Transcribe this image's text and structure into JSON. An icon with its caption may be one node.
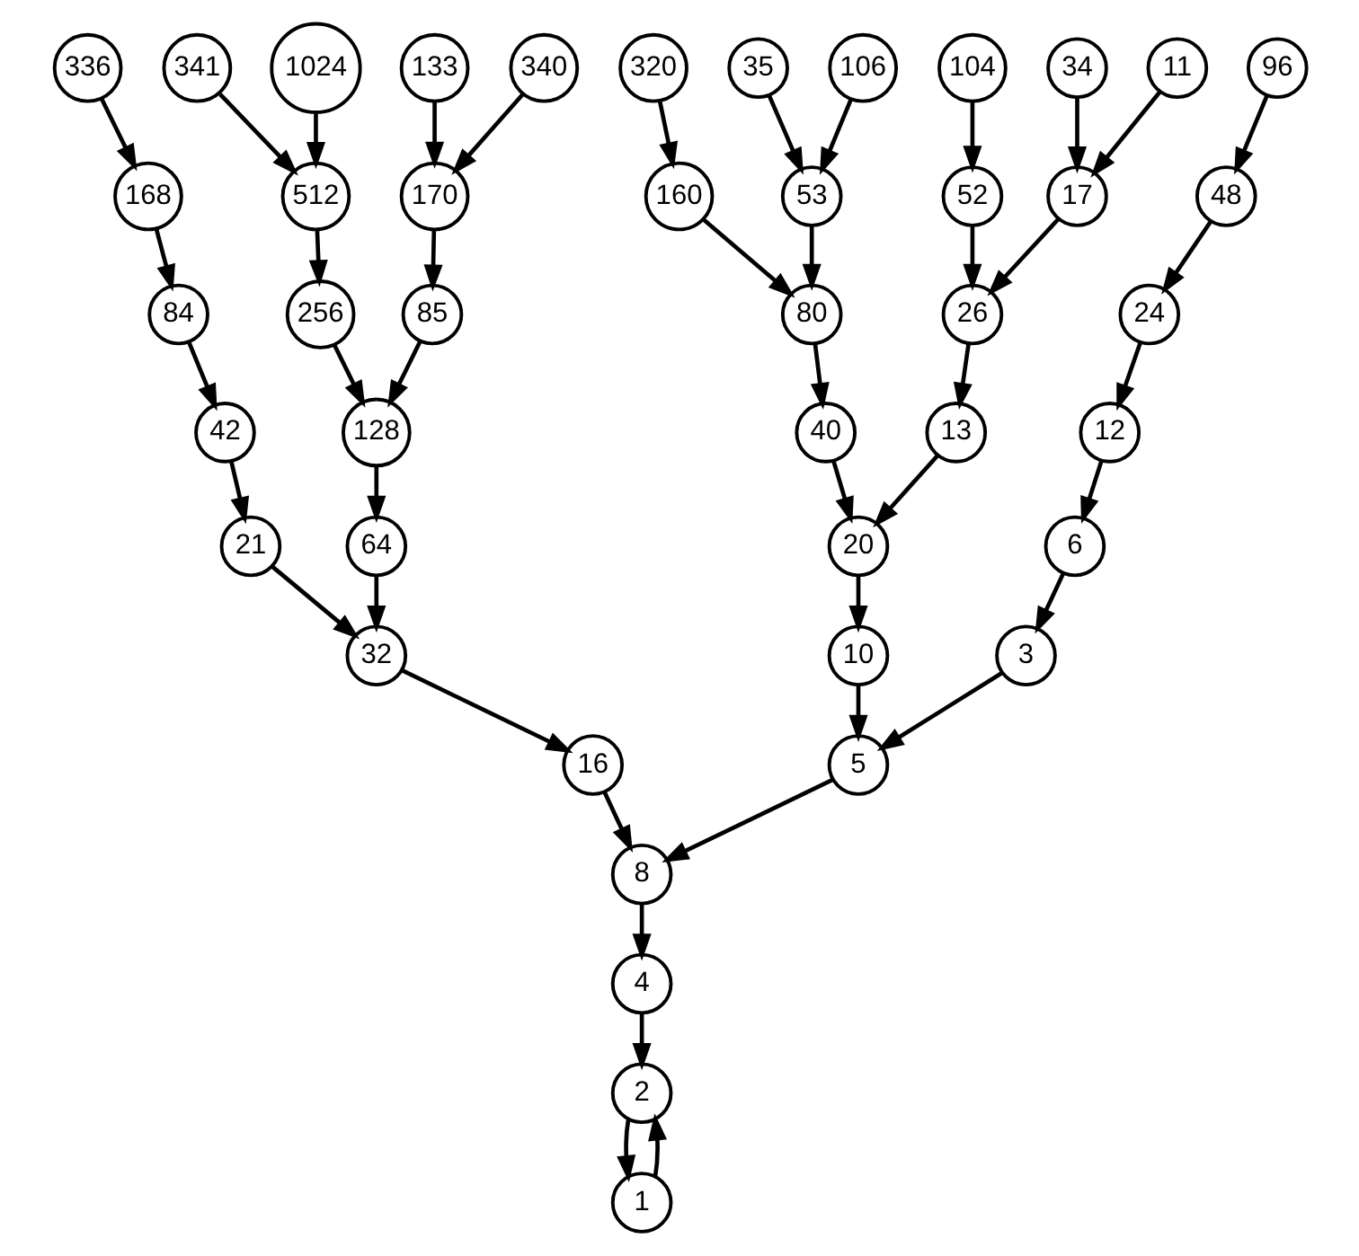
{
  "diagram": {
    "nodes": [
      {
        "text": [
          "336"
        ]
      },
      {
        "text": [
          "340"
        ]
      },
      {
        "text": [
          "133"
        ]
      },
      {
        "text": [
          "1024"
        ]
      },
      {
        "text": [
          "341"
        ]
      },
      {
        "text": [
          "96"
        ]
      },
      {
        "text": [
          "106"
        ]
      },
      {
        "text": [
          "35"
        ]
      },
      {
        "text": [
          "320"
        ]
      },
      {
        "text": [
          "11"
        ]
      },
      {
        "text": [
          "34"
        ]
      },
      {
        "text": [
          "104"
        ]
      },
      {
        "text": [
          "168"
        ]
      },
      {
        "text": [
          "170"
        ]
      },
      {
        "text": [
          "512"
        ]
      },
      {
        "text": [
          "48"
        ]
      },
      {
        "text": [
          "53"
        ]
      },
      {
        "text": [
          "160"
        ]
      },
      {
        "text": [
          "17"
        ]
      },
      {
        "text": [
          "52"
        ]
      },
      {
        "text": [
          "84"
        ]
      },
      {
        "text": [
          "85"
        ]
      },
      {
        "text": [
          "256"
        ]
      },
      {
        "text": [
          "24"
        ]
      },
      {
        "text": [
          "80"
        ]
      },
      {
        "text": [
          "26"
        ]
      },
      {
        "text": [
          "42"
        ]
      },
      {
        "text": [
          "128"
        ]
      },
      {
        "text": [
          "12"
        ]
      },
      {
        "text": [
          "40"
        ]
      },
      {
        "text": [
          "13"
        ]
      },
      {
        "text": [
          "21"
        ]
      },
      {
        "text": [
          "64"
        ]
      },
      {
        "text": [
          "6"
        ]
      },
      {
        "text": [
          "20"
        ]
      },
      {
        "text": [
          "32"
        ]
      },
      {
        "text": [
          "3"
        ]
      },
      {
        "text": [
          "10"
        ]
      },
      {
        "text": [
          "16"
        ]
      },
      {
        "text": [
          "5"
        ]
      },
      {
        "text": [
          "8"
        ]
      },
      {
        "text": [
          "4"
        ]
      },
      {
        "text": [
          "2"
        ]
      },
      {
        "text": [
          "1"
        ]
      }
    ],
    "edges": [
      {
        "from": 0,
        "to": 12,
        "arrow": "to"
      },
      {
        "from": 12,
        "to": 20,
        "arrow": "to"
      },
      {
        "from": 20,
        "to": 26,
        "arrow": "to"
      },
      {
        "from": 26,
        "to": 31,
        "arrow": "to"
      },
      {
        "from": 31,
        "to": 35,
        "arrow": "to"
      },
      {
        "from": 1,
        "to": 13,
        "arrow": "to"
      },
      {
        "from": 2,
        "to": 13,
        "arrow": "to"
      },
      {
        "from": 13,
        "to": 21,
        "arrow": "to"
      },
      {
        "from": 21,
        "to": 27,
        "arrow": "to"
      },
      {
        "from": 3,
        "to": 14,
        "arrow": "to"
      },
      {
        "from": 4,
        "to": 14,
        "arrow": "to"
      },
      {
        "from": 14,
        "to": 22,
        "arrow": "to"
      },
      {
        "from": 22,
        "to": 27,
        "arrow": "to"
      },
      {
        "from": 27,
        "to": 32,
        "arrow": "to"
      },
      {
        "from": 32,
        "to": 35,
        "arrow": "to"
      },
      {
        "from": 35,
        "to": 38,
        "arrow": "to"
      },
      {
        "from": 38,
        "to": 40,
        "arrow": "to"
      },
      {
        "from": 5,
        "to": 15,
        "arrow": "to"
      },
      {
        "from": 15,
        "to": 23,
        "arrow": "to"
      },
      {
        "from": 23,
        "to": 28,
        "arrow": "to"
      },
      {
        "from": 28,
        "to": 33,
        "arrow": "to"
      },
      {
        "from": 33,
        "to": 36,
        "arrow": "to"
      },
      {
        "from": 36,
        "to": 39,
        "arrow": "to"
      },
      {
        "from": 6,
        "to": 16,
        "arrow": "to"
      },
      {
        "from": 7,
        "to": 16,
        "arrow": "to"
      },
      {
        "from": 16,
        "to": 24,
        "arrow": "to"
      },
      {
        "from": 8,
        "to": 17,
        "arrow": "to"
      },
      {
        "from": 17,
        "to": 24,
        "arrow": "to"
      },
      {
        "from": 24,
        "to": 29,
        "arrow": "to"
      },
      {
        "from": 29,
        "to": 34,
        "arrow": "to"
      },
      {
        "from": 34,
        "to": 37,
        "arrow": "to"
      },
      {
        "from": 37,
        "to": 39,
        "arrow": "to"
      },
      {
        "from": 9,
        "to": 18,
        "arrow": "to"
      },
      {
        "from": 10,
        "to": 18,
        "arrow": "to"
      },
      {
        "from": 18,
        "to": 25,
        "arrow": "to"
      },
      {
        "from": 11,
        "to": 19,
        "arrow": "to"
      },
      {
        "from": 19,
        "to": 25,
        "arrow": "to"
      },
      {
        "from": 25,
        "to": 30,
        "arrow": "to"
      },
      {
        "from": 30,
        "to": 34,
        "arrow": "to"
      },
      {
        "from": 39,
        "to": 40,
        "arrow": "to"
      },
      {
        "from": 40,
        "to": 41,
        "arrow": "to"
      },
      {
        "from": 41,
        "to": 42,
        "arrow": "to"
      },
      {
        "from": 42,
        "to": 43,
        "arrow": "to"
      },
      {
        "from": 43,
        "to": 42,
        "arrow": "to"
      }
    ]
  }
}
